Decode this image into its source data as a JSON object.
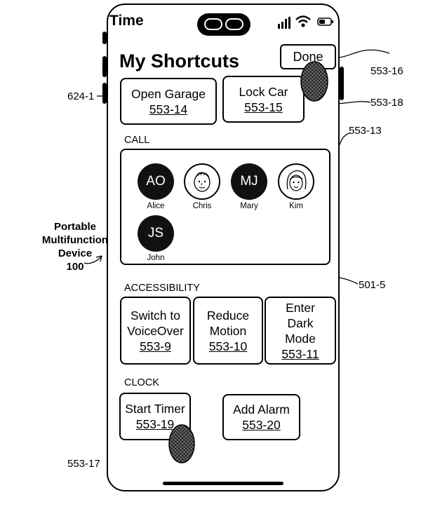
{
  "status_bar": {
    "time": "Time"
  },
  "header": {
    "title": "My Shortcuts",
    "done_label": "Done"
  },
  "top_shortcuts": [
    {
      "label": "Open Garage",
      "ref": "553-14"
    },
    {
      "label": "Lock Car",
      "ref": "553-15"
    }
  ],
  "call": {
    "header": "CALL",
    "contacts": [
      {
        "initials": "AO",
        "name": "Alice",
        "style": "initials"
      },
      {
        "initials": "",
        "name": "Chris",
        "style": "face"
      },
      {
        "initials": "MJ",
        "name": "Mary",
        "style": "initials"
      },
      {
        "initials": "",
        "name": "Kim",
        "style": "face"
      },
      {
        "initials": "JS",
        "name": "John",
        "style": "initials"
      }
    ]
  },
  "accessibility": {
    "header": "ACCESSIBILITY",
    "tiles": [
      {
        "line1": "Switch to",
        "line2": "VoiceOver",
        "ref": "553-9"
      },
      {
        "line1": "Reduce",
        "line2": "Motion",
        "ref": "553-10"
      },
      {
        "line1": "Enter",
        "line2": "Dark",
        "line3": "Mode",
        "ref": "553-11"
      }
    ]
  },
  "clock": {
    "header": "CLOCK",
    "tiles": [
      {
        "label": "Start Timer",
        "ref": "553-19"
      },
      {
        "label": "Add Alarm",
        "ref": "553-20"
      }
    ]
  },
  "device_label": {
    "line1": "Portable",
    "line2": "Multifunction",
    "line3": "Device",
    "line4": "100"
  },
  "references": {
    "r624": "624-1",
    "r553_16": "553-16",
    "r553_18": "553-18",
    "r553_13": "553-13",
    "r501_5": "501-5",
    "r553_17": "553-17"
  }
}
